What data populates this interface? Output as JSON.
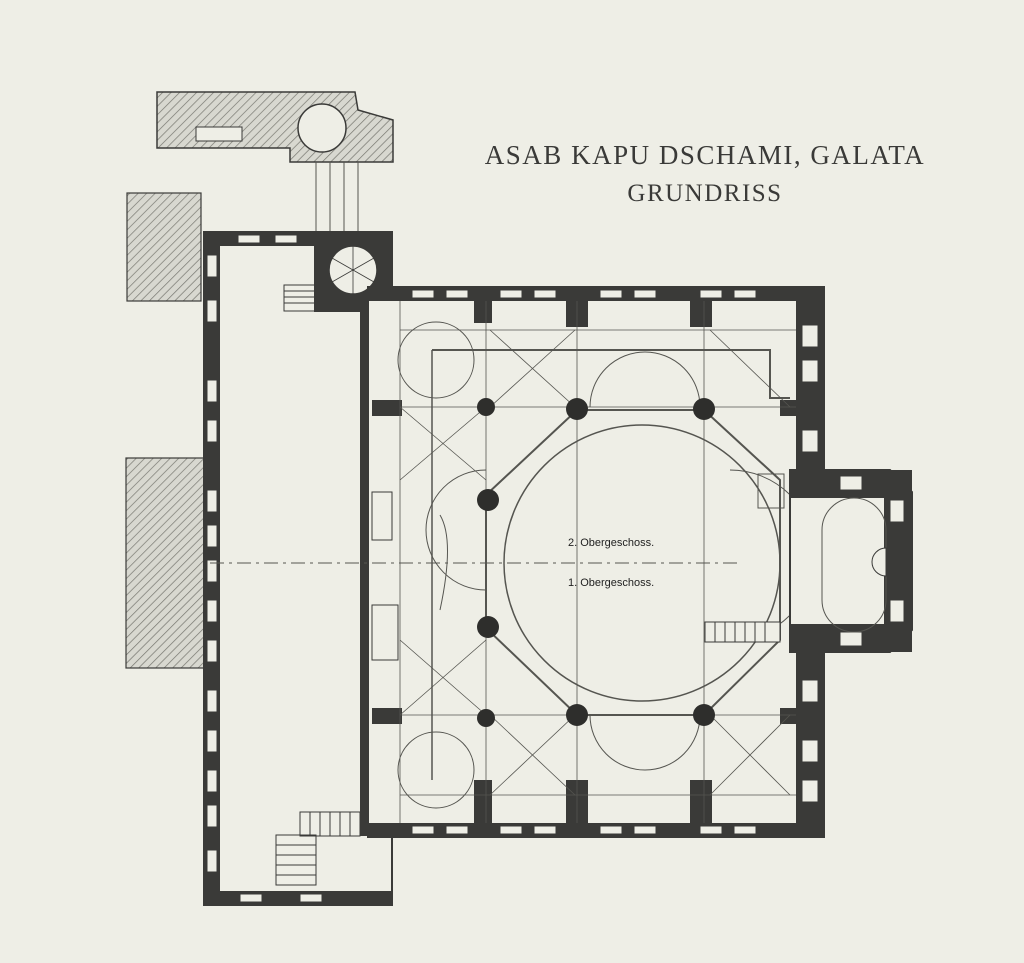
{
  "title": "ASAB KAPU DSCHAMI, GALATA",
  "subtitle": "GRUNDRISS",
  "labels": {
    "upper_floor_2": "2. Obergeschoss.",
    "upper_floor_1": "1. Obergeschoss."
  },
  "colors": {
    "paper": "#eeeee6",
    "wall": "#3a3a38",
    "line": "#555550",
    "hatch": "#777770"
  }
}
